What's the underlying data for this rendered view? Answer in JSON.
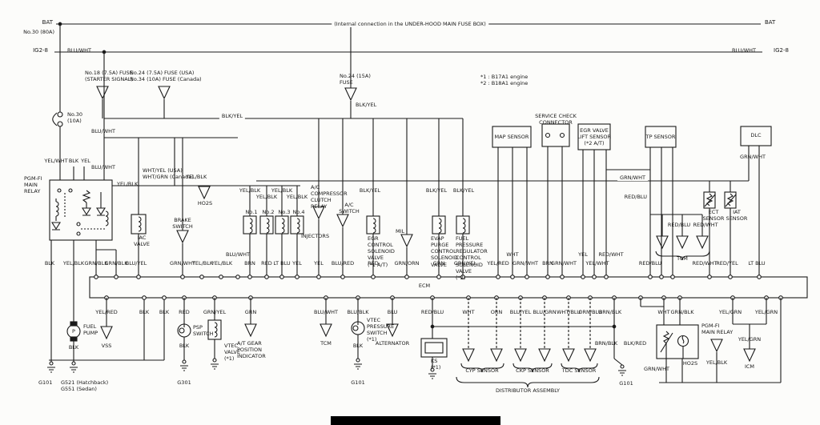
{
  "header": {
    "bat_left": "BAT",
    "no30": "No.30 (80A)",
    "ig2_left": "IG2-8",
    "blu_wht_left": "BLU/WHT",
    "note": "(Internal connection in the UNDER-HOOD MAIN FUSE BOX)",
    "bat_right": "BAT",
    "blu_wht_right": "BLU/WHT",
    "ig2_right": "IG2-8"
  },
  "notes": {
    "engines": "*1 : B17A1 engine\n*2 : B18A1 engine"
  },
  "fuses": {
    "f1": "No.18 (7.5A) FUSE\n(STARTER SIGNAL)",
    "f2": "No.24 (7.5A) FUSE (USA)\nNo.34 (10A) FUSE (Canada)",
    "f3": "No.24 (15A)\nFUSE",
    "f4": "No.30\n(10A)",
    "f3_wire": "BLK/YEL",
    "bus_wire": "BLK/YEL"
  },
  "relay": {
    "title": "PGM-FI\nMAIN\nRELAY",
    "pin1": "YEL/WHT",
    "pin2": "BLK",
    "pin3": "YEL",
    "blu_wht_1": "BLU/WHT",
    "blu_wht_2": "BLU/WHT",
    "out": "YEL/BLK"
  },
  "mid": {
    "o2_wire": "WHT/YEL (USA)\nWHT/GRN (Canada)",
    "yel_blk": "YEL/BLK",
    "ho2s": "HO2S",
    "iac": "IAC\nVALVE",
    "brake": "BRAKE\nSWITCH",
    "inj_wires": [
      "YEL/BLK",
      "YEL/BLK",
      "YEL/BLK",
      "YEL/BLK"
    ],
    "inj_nums": [
      "No.1",
      "No.2",
      "No.3",
      "No.4"
    ],
    "injectors": "INJECTORS",
    "ac_relay": "A/C\nCOMPRESSOR\nCLUTCH\nRELAY",
    "ac_switch": "A/C\nSWITCH",
    "blk_yel": [
      "BLK/YEL",
      "BLK/YEL",
      "BLK/YEL"
    ],
    "egr": "EGR\nCONTROL\nSOLENOID\nVALVE\n(*1 A/T)",
    "mil": "MIL",
    "evap": "EVAP\nPURGE\nCONTROL\nSOLENOID\nVALVE",
    "fpr": "FUEL\nPRESSURE\nREGULATOR\nCONTROL\nSOLENOID\nVALVE\n(*2)"
  },
  "top_right": {
    "map": "MAP SENSOR",
    "scc": "SERVICE CHECK\nCONNECTOR",
    "egr_lift": "EGR VALVE\nLIFT SENSOR\n(*2 A/T)",
    "tp": "TP SENSOR",
    "dlc": "DLC",
    "grn_wht_1": "GRN/WHT",
    "grn_wht_2": "GRN/WHT",
    "red_blu": "RED/BLU",
    "ect": "ECT\nSENSOR",
    "iat": "IAT\nSENSOR",
    "tcm_wires": [
      "RED/BLU",
      "RED/WHT"
    ],
    "tcm": "TCM"
  },
  "ecm": {
    "label": "ECM",
    "top": [
      "BLK",
      "YEL/BLK",
      "GRN/BLK",
      "GRN/BLK",
      "BLU/YEL",
      "GRN/WHT",
      "YEL/BLK",
      "YEL/BLK",
      "BLU/WHT",
      "BRN",
      "RED",
      "LT BLU",
      "YEL",
      "YEL",
      "BLU/RED",
      "RED",
      "GRN/ORN",
      "GRN",
      "GRN/YEL",
      "YEL/RED",
      "WHT",
      "GRN/WHT",
      "BRN",
      "GRN/WHT",
      "YEL",
      "YEL/WHT",
      "RED/WHT",
      "RED/BLU",
      "RED/WHT",
      "RED/YEL",
      "LT BLU"
    ],
    "bottom": [
      "YEL/RED",
      "BLK",
      "BLK",
      "RED",
      "GRN/YEL",
      "GRN",
      "BLU/WHT",
      "BLU/BLK",
      "BLU",
      "RED/BLU",
      "WHT",
      "ORN",
      "BLU/YEL",
      "BLU/GRN",
      "WHT/BLU",
      "ORN/BLU",
      "BRN/BLK",
      "WHT",
      "GRN/BLK",
      "YEL/GRN",
      "YEL/GRN"
    ]
  },
  "bottom": {
    "fuel_pump": "FUEL\nPUMP",
    "p": "P",
    "blk_fp": "BLK",
    "g101_a": "G101",
    "g521": "G521 (Hatchback)\nG551 (Sedan)",
    "vss": "VSS",
    "psp": "PSP\nSWITCH",
    "blk_psp": "BLK",
    "g301": "G301",
    "vtec_valve": "VTEC\nVALVE\n(*1)",
    "at_gear": "A/T GEAR\nPOSITION\nINDICATOR",
    "tcm": "TCM",
    "vtec_sw": "VTEC\nPRESSURE\nSWITCH\n(*1)",
    "blk_vsw": "BLK",
    "g101_b": "G101",
    "alt": "ALTERNATOR",
    "ks": "KS\n(*1)",
    "cyp": "CYP SENSOR",
    "ckp": "CKP SENSOR",
    "tdc": "TDC SENSOR",
    "dist": "DISTRIBUTOR ASSEMBLY",
    "brn_blk": "BRN/BLK",
    "blk_red": "BLK/RED",
    "g101_c": "G101",
    "ho2s": "HO2S",
    "grn_wht": "GRN/WHT",
    "relay2": "PGM-FI\nMAIN RELAY",
    "yel_blk": "YEL/BLK",
    "yel_grn": "YEL/GRN",
    "icm": "ICM"
  },
  "colors": {
    "line": "#1a1a1a",
    "paper": "#fcfcfa",
    "redaction_bar": "#000000"
  }
}
